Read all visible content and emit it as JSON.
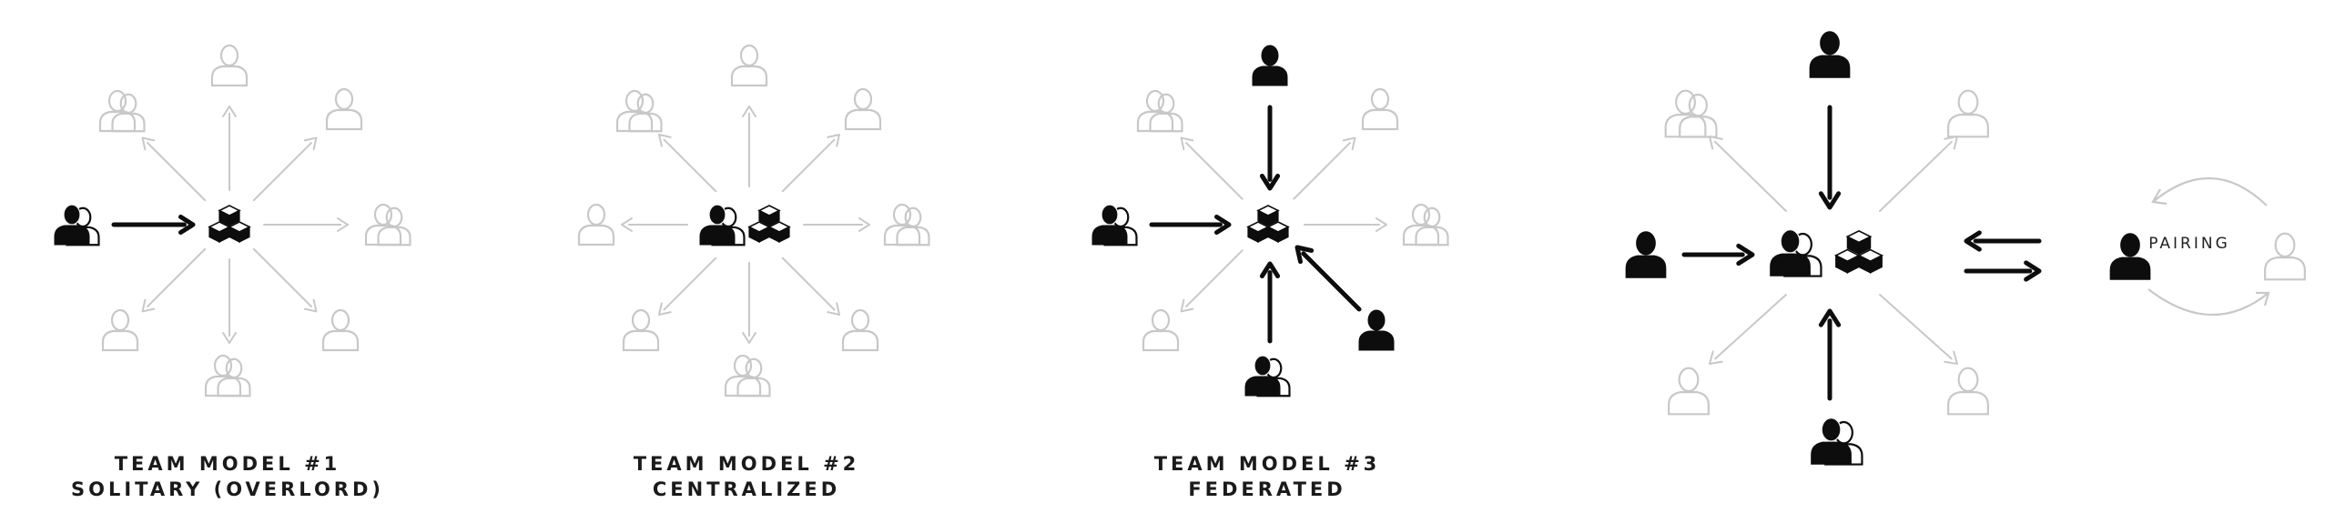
{
  "colors": {
    "dark": "#0d0d0d",
    "light": "#c8c8c8",
    "background": "#ffffff"
  },
  "icons": [
    "person-icon",
    "person-pair-icon",
    "cubes-icon",
    "arrow-icon",
    "curved-arrow-icon"
  ],
  "models": [
    {
      "title": "TEAM MODEL #1",
      "subtitle": "SOLITARY (OVERLORD)"
    },
    {
      "title": "TEAM MODEL #2",
      "subtitle": "CENTRALIZED"
    },
    {
      "title": "TEAM MODEL #3",
      "subtitle": "FEDERATED"
    }
  ],
  "pairing": {
    "label": "PAIRING"
  }
}
